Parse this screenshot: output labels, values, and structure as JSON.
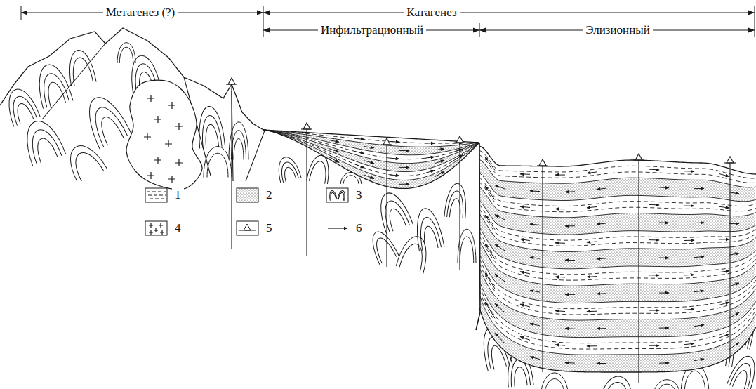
{
  "diagram": {
    "labels": [
      "Метагенез (?)",
      "Катагенез",
      "Инфильтрационный",
      "Элизионный"
    ],
    "legend": [
      {
        "text": "1"
      },
      {
        "text": "2"
      },
      {
        "text": "3"
      },
      {
        "text": "4"
      },
      {
        "text": "5"
      },
      {
        "text": "6"
      }
    ]
  }
}
